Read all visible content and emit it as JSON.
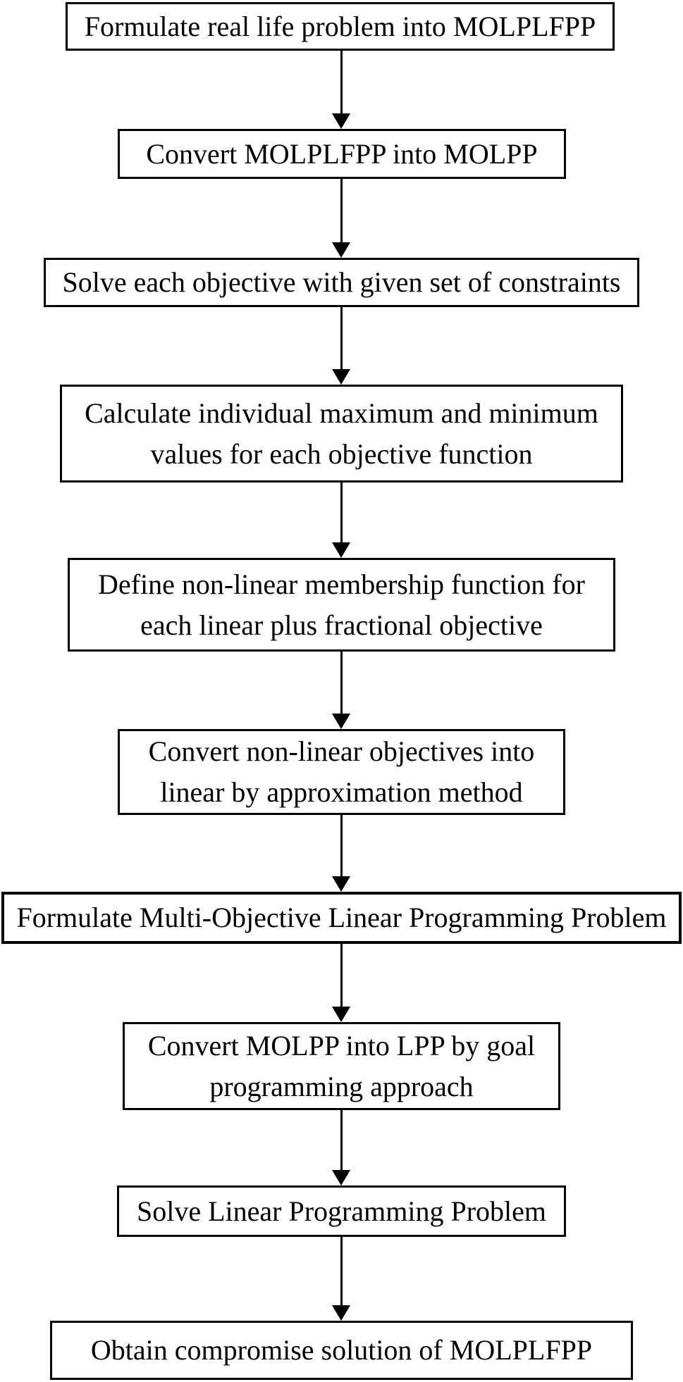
{
  "figure": {
    "type": "flowchart",
    "direction": "top-down",
    "background_color": "#ffffff",
    "line_color": "#000000",
    "steps": [
      "Formulate real life problem into MOLPLFPP",
      "Convert MOLPLFPP into MOLPP",
      "Solve each objective with given set of constraints",
      "Calculate individual maximum and minimum\nvalues for each objective function",
      "Define non-linear membership function for\neach linear plus fractional objective",
      "Convert non-linear objectives into\nlinear by approximation method",
      "Formulate Multi-Objective Linear Programming Problem",
      "Convert MOLPP into LPP by goal\nprogramming approach",
      "Solve Linear Programming Problem",
      "Obtain compromise solution of MOLPLFPP"
    ]
  }
}
